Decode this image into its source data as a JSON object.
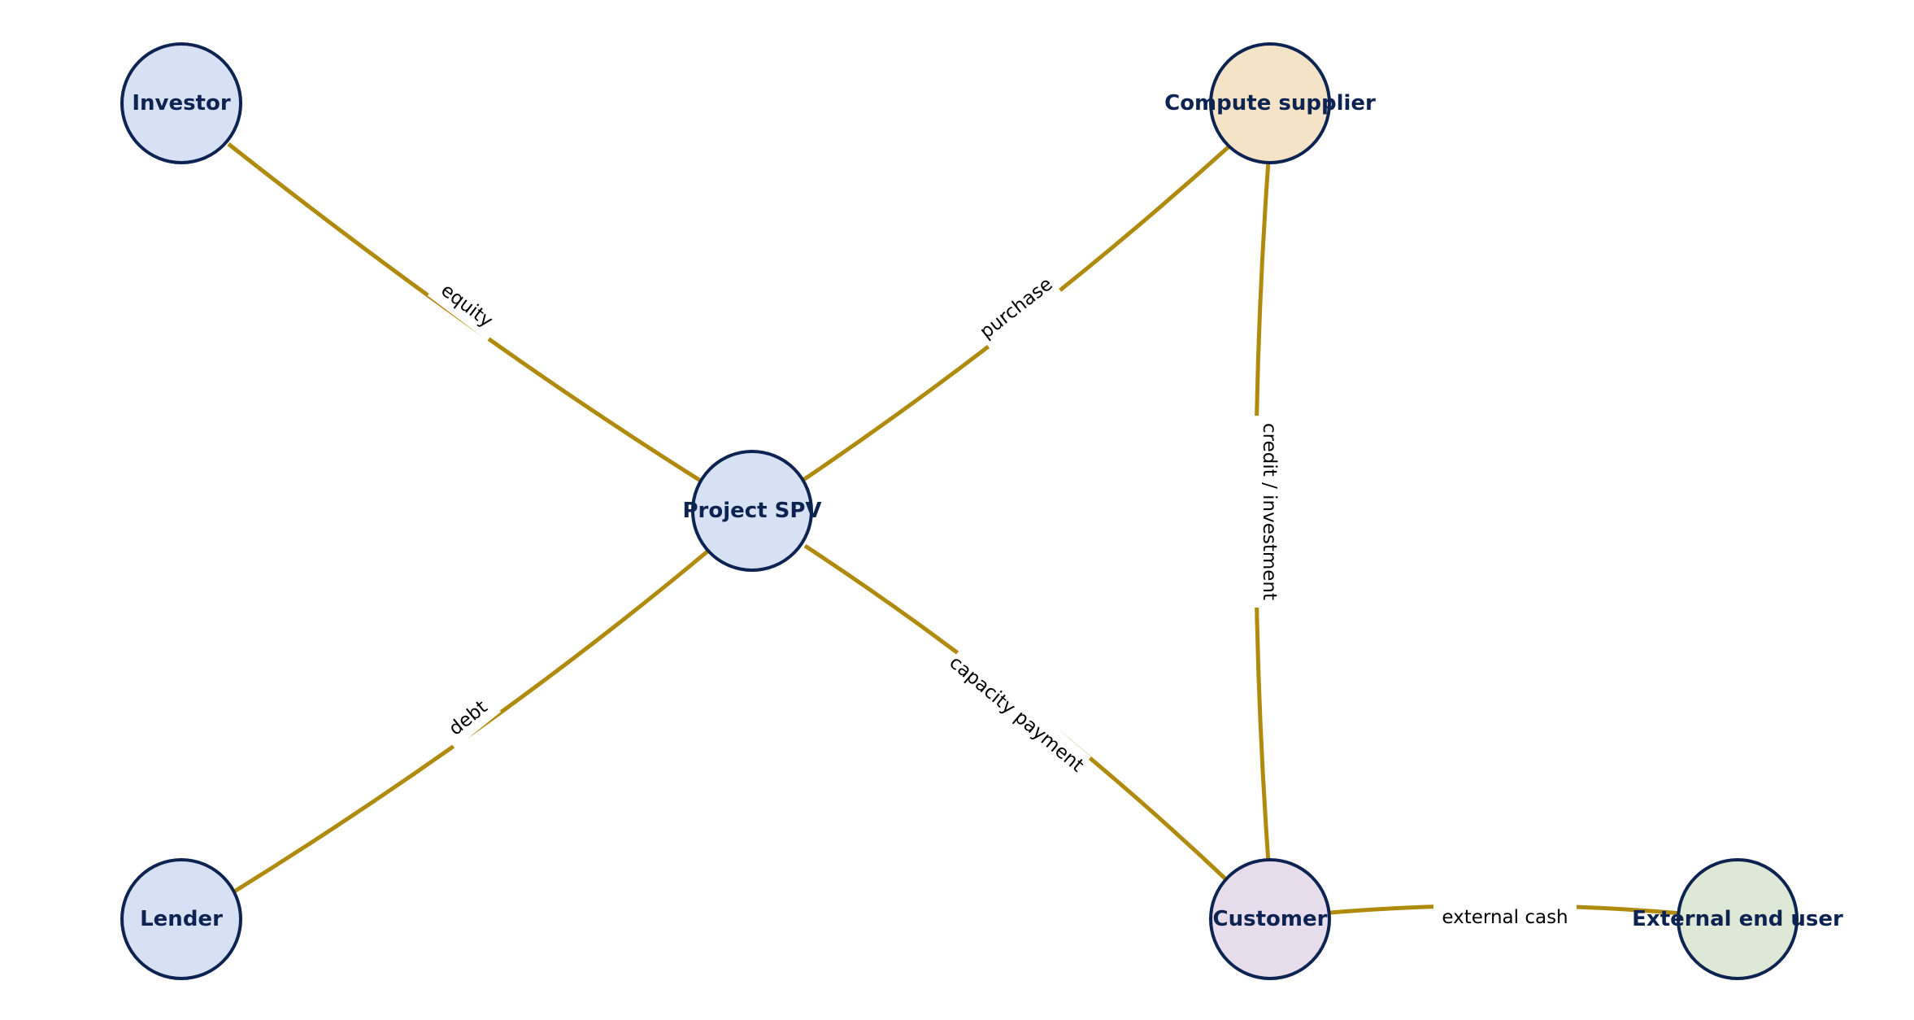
{
  "colors": {
    "edge": "#b08a0c",
    "node_stroke": "#0d2452",
    "text": "#0d2452",
    "background": "#ffffff"
  },
  "nodes": [
    {
      "id": "investor",
      "label": "Investor",
      "fill": "#d6e2f3"
    },
    {
      "id": "compute_supplier",
      "label": "Compute supplier",
      "fill": "#f5e3c7"
    },
    {
      "id": "project_spv",
      "label": "Project SPV",
      "fill": "#d6e2f3"
    },
    {
      "id": "lender",
      "label": "Lender",
      "fill": "#d6e2f3"
    },
    {
      "id": "customer",
      "label": "Customer",
      "fill": "#e6dcec"
    },
    {
      "id": "external_end_user",
      "label": "External end user",
      "fill": "#dde9d6"
    }
  ],
  "edges": [
    {
      "from": "investor",
      "to": "project_spv",
      "label": "equity"
    },
    {
      "from": "project_spv",
      "to": "compute_supplier",
      "label": "purchase"
    },
    {
      "from": "lender",
      "to": "project_spv",
      "label": "debt"
    },
    {
      "from": "project_spv",
      "to": "customer",
      "label": "capacity payment"
    },
    {
      "from": "compute_supplier",
      "to": "customer",
      "label": "credit / investment"
    },
    {
      "from": "customer",
      "to": "external_end_user",
      "label": "external cash"
    }
  ]
}
